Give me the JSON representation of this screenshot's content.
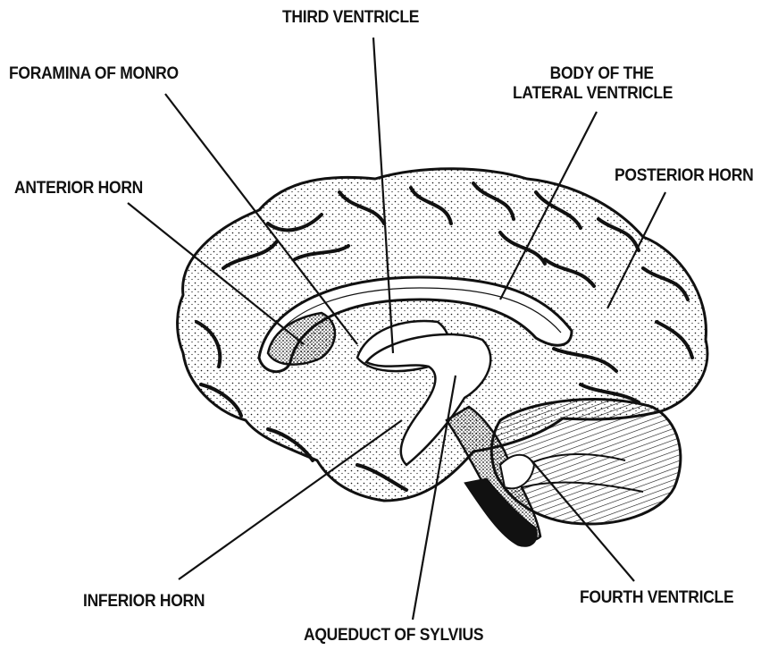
{
  "diagram": {
    "labels": {
      "third_ventricle": "THIRD VENTRICLE",
      "foramina_of_monro": "FORAMINA OF MONRO",
      "body_of_lateral_ventricle_line1": "BODY OF THE",
      "body_of_lateral_ventricle_line2": "LATERAL VENTRICLE",
      "anterior_horn": "ANTERIOR HORN",
      "posterior_horn": "POSTERIOR HORN",
      "inferior_horn": "INFERIOR HORN",
      "fourth_ventricle": "FOURTH VENTRICLE",
      "aqueduct_of_sylvius": "AQUEDUCT OF SYLVIUS"
    },
    "colors": {
      "ink": "#111111",
      "paper": "#ffffff"
    }
  }
}
